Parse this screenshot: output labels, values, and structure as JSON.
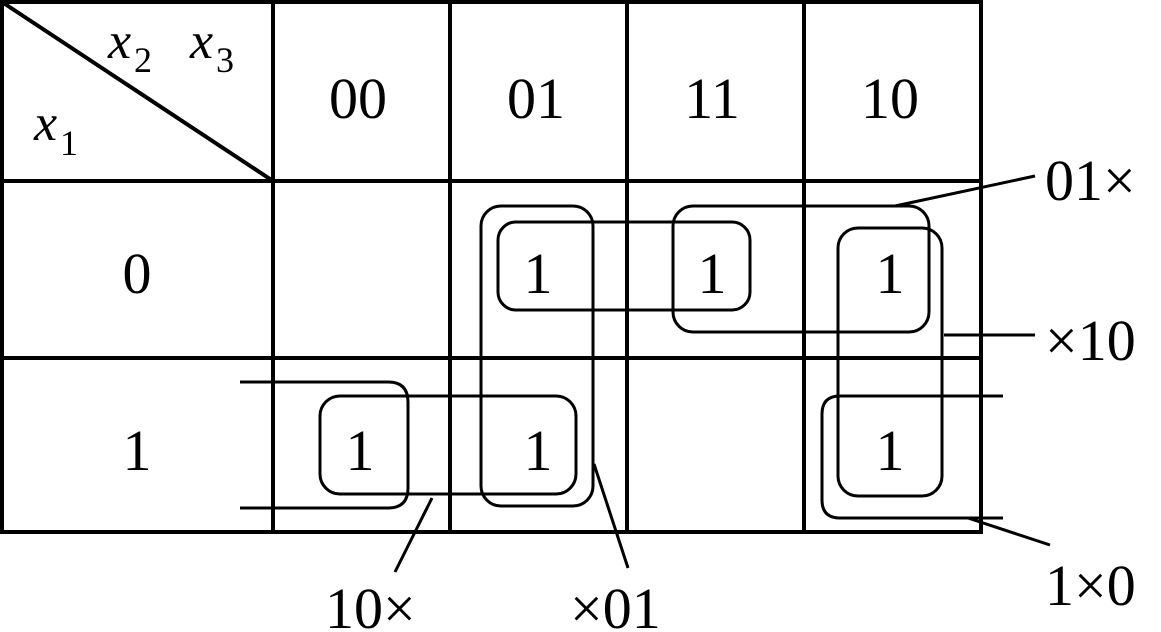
{
  "kmap": {
    "row_var": "x",
    "row_var_sub": "1",
    "col_var_a": "x",
    "col_var_a_sub": "2",
    "col_var_b": "x",
    "col_var_b_sub": "3",
    "col_headers": [
      "00",
      "01",
      "11",
      "10"
    ],
    "row_headers": [
      "0",
      "1"
    ],
    "cells": [
      [
        "",
        "1",
        "1",
        "1"
      ],
      [
        "1",
        "1",
        "",
        "1"
      ]
    ]
  },
  "groups": [
    {
      "label": "01×"
    },
    {
      "label": "×10"
    },
    {
      "label": "1×0"
    },
    {
      "label": "10×"
    },
    {
      "label": "×01"
    }
  ]
}
